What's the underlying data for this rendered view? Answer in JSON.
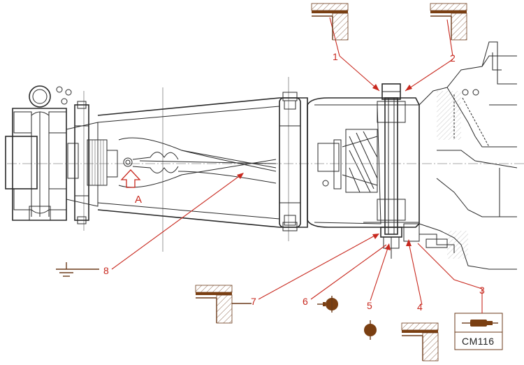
{
  "callouts": [
    {
      "id": "1",
      "text": "1"
    },
    {
      "id": "2",
      "text": "2"
    },
    {
      "id": "3",
      "text": "3"
    },
    {
      "id": "4",
      "text": "4"
    },
    {
      "id": "5",
      "text": "5"
    },
    {
      "id": "6",
      "text": "6"
    },
    {
      "id": "7",
      "text": "7"
    },
    {
      "id": "8",
      "text": "8"
    }
  ],
  "view_label": "A",
  "lubricant_spec": "CM116",
  "colors": {
    "callout_red": "#c8281e",
    "symbol_brown": "#6b3a1a",
    "line": "#2a2a2a"
  },
  "icons": [
    "ground-symbol-icon",
    "grease-nipple-icon",
    "seal-surface-icon",
    "grease-gun-icon",
    "view-arrow-icon"
  ]
}
